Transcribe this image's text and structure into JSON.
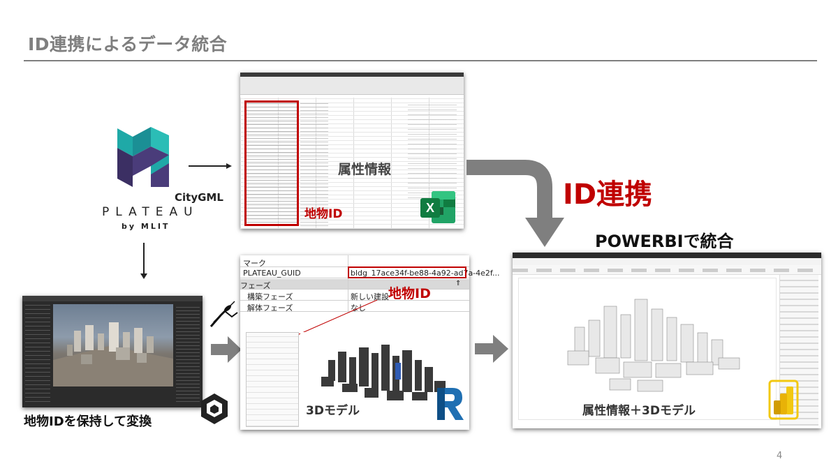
{
  "slide": {
    "title": "ID連携によるデータ統合",
    "page_number": "4"
  },
  "plateau": {
    "wordmark": "PLATEAU",
    "by_line": "by MLIT",
    "format_label": "CityGML",
    "colors": {
      "teal": "#1fa9a7",
      "navy": "#3b2f63"
    }
  },
  "excel": {
    "attribute_label": "属性情報",
    "id_label": "地物ID",
    "icon": "excel-icon"
  },
  "id_link_label": "ID連携",
  "powerbi_heading": "POWERBIで統合",
  "unity": {
    "caption": "地物IDを保持して変換",
    "icon": "unity-icon"
  },
  "revit": {
    "properties": {
      "row_mark": "マーク",
      "guid_key": "PLATEAU_GUID",
      "guid_value": "bldg_17ace34f-be88-4a92-ad7a-4e2f...",
      "phase_header": "フェーズ",
      "phase_created_key": "構築フェーズ",
      "phase_created_value": "新しい建設",
      "phase_demolished_key": "解体フェーズ",
      "phase_demolished_value": "なし"
    },
    "id_label": "地物ID",
    "model_label": "3Dモデル",
    "icon": "revit-icon"
  },
  "powerbi": {
    "caption": "属性情報＋3Dモデル",
    "icon": "powerbi-icon"
  },
  "colors": {
    "accent_red": "#c00000",
    "title_gray": "#7f7f7f",
    "arrow_gray": "#7f7f7f",
    "powerbi_yellow": "#f2c811",
    "excel_green": "#107c41"
  }
}
